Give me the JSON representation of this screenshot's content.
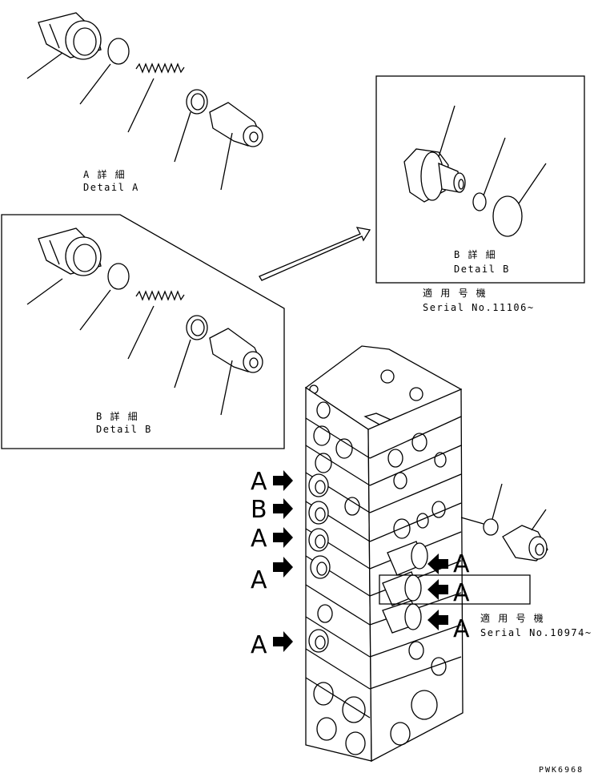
{
  "detail_a": {
    "jp": "A 詳 細",
    "en": "Detail A"
  },
  "detail_b_left": {
    "jp": "B 詳 細",
    "en": "Detail B"
  },
  "detail_b_right": {
    "jp": "B 詳 細",
    "en": "Detail B"
  },
  "serial_top": {
    "jp": "適 用 号 機",
    "en": "Serial No.11106~"
  },
  "serial_bottom": {
    "jp": "適 用 号 機",
    "en": "Serial No.10974~"
  },
  "callouts_left": [
    "A",
    "B",
    "A",
    "A",
    "A"
  ],
  "callouts_right": [
    "A",
    "A",
    "A"
  ],
  "drawing_code": "PWK6968"
}
